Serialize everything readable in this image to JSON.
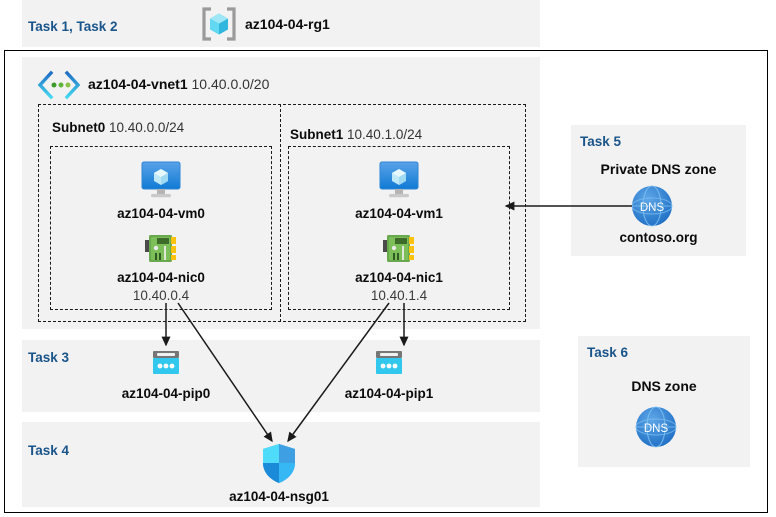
{
  "diagram": {
    "title_bar": {
      "task_label": "Task 1, Task 2",
      "resource_group_name": "az104-04-rg1",
      "resource_group_icon": "resource-group-icon"
    },
    "vnet": {
      "name": "az104-04-vnet1",
      "cidr": "10.40.0.0/20",
      "icon": "virtual-network-icon",
      "subnets": [
        {
          "name": "Subnet0",
          "cidr": "10.40.0.0/24",
          "vm": {
            "name": "az104-04-vm0",
            "icon": "virtual-machine-icon"
          },
          "nic": {
            "name": "az104-04-nic0",
            "ip": "10.40.0.4",
            "icon": "network-interface-icon"
          }
        },
        {
          "name": "Subnet1",
          "cidr": "10.40.1.0/24",
          "vm": {
            "name": "az104-04-vm1",
            "icon": "virtual-machine-icon"
          },
          "nic": {
            "name": "az104-04-nic1",
            "ip": "10.40.1.4",
            "icon": "network-interface-icon"
          }
        }
      ]
    },
    "task3": {
      "task_label": "Task 3",
      "public_ips": [
        {
          "name": "az104-04-pip0",
          "icon": "public-ip-address-icon"
        },
        {
          "name": "az104-04-pip1",
          "icon": "public-ip-address-icon"
        }
      ]
    },
    "task4": {
      "task_label": "Task 4",
      "nsg": {
        "name": "az104-04-nsg01",
        "icon": "network-security-group-icon"
      }
    },
    "task5": {
      "task_label": "Task 5",
      "zone_type": "Private DNS zone",
      "zone_name": "contoso.org",
      "icon": "dns-zone-icon",
      "icon_text": "DNS"
    },
    "task6": {
      "task_label": "Task 6",
      "zone_type": "DNS zone",
      "icon": "dns-zone-icon",
      "icon_text": "DNS"
    },
    "colors": {
      "task_label": "#19548a",
      "panel_bg": "#f2f2f2",
      "page_bg": "#ffffff",
      "connector": "#1a1a1a",
      "dns_blue": "#2f7fd1",
      "public_ip_cyan": "#32c8ee",
      "nic_green": "#6aa84f"
    }
  }
}
